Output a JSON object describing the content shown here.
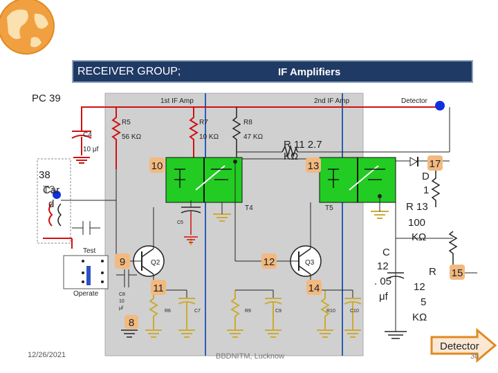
{
  "header": {
    "group_title": "RECEIVER GROUP;",
    "section_title": "IF Amplifiers"
  },
  "labels": {
    "pc": "PC 39",
    "if1": "1st IF Amp",
    "if2": "2nd IF Amp",
    "detector_top": "Detector",
    "c4": "C4",
    "c4_val": "10 μf",
    "r5": "R5",
    "r5_val": "56 KΩ",
    "r7": "R7",
    "r7_val": "10 KΩ",
    "r8": "R8",
    "r8_val": "47 KΩ",
    "r11_a": "R 11 2.7",
    "r11_b": "KΩ",
    "card_num": "38",
    "card_a": "Car",
    "card_b": "d",
    "card_overlap": "T3",
    "t4": "T4",
    "t5": "T5",
    "c5": "C5",
    "test": "Test",
    "operate": "Operate",
    "q2": "Q2",
    "q3": "Q3",
    "c8_a": "C8",
    "c8_b": "10",
    "c8_c": "μf",
    "r6": "R6",
    "c7": "C7",
    "r9": "R9",
    "c9": "C9",
    "r10": "R10",
    "c10": "C10",
    "d1_a": "D",
    "d1_b": "1",
    "r13_a": "R 13",
    "r13_b": "100",
    "r13_c": "KΩ",
    "c12_a": "C",
    "c12_b": "12",
    "c12_c": ". 05",
    "c12_d": "μf",
    "r125_a": "R",
    "r125_b": "12",
    "r125_c": "5",
    "r125_d": "KΩ",
    "detector_button": "Detector",
    "date": "12/26/2021",
    "footer": "BBDNITM, Lucknow",
    "page_number": "30"
  },
  "markers": [
    "10",
    "13",
    "17",
    "9",
    "12",
    "11",
    "14",
    "8",
    "15"
  ],
  "colors": {
    "title_bg": "#1f3a64",
    "if_panel": "#d0d0d0",
    "transformer_fill": "#22cc22",
    "power_line": "#d01010",
    "marker_fill": "#f2b980",
    "detector_dot": "#1030e0",
    "ground_color": "#ccaa33",
    "switch_blue": "#2c52c8"
  }
}
